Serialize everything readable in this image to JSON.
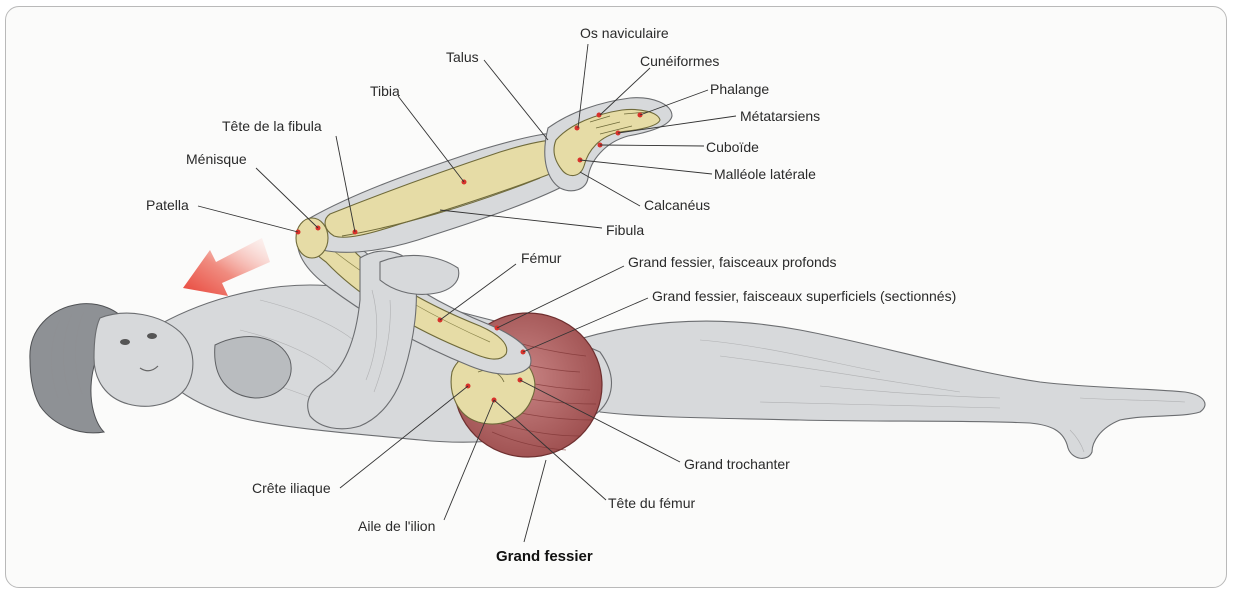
{
  "colors": {
    "arrow": "#e8564a",
    "muscle": "#b76a6a",
    "bone": "#e6dca6",
    "skin": "#d7d9db"
  },
  "labels": {
    "os_naviculaire": "Os naviculaire",
    "talus": "Talus",
    "cuneiformes": "Cunéiformes",
    "phalange": "Phalange",
    "tibia": "Tibia",
    "metatarsiens": "Métatarsiens",
    "tete_fibula": "Tête de la fibula",
    "cuboide": "Cuboïde",
    "menisque": "Ménisque",
    "malleole": "Malléole latérale",
    "calcaneus": "Calcanéus",
    "patella": "Patella",
    "fibula": "Fibula",
    "femur": "Fémur",
    "gf_profonds": "Grand fessier, faisceaux profonds",
    "gf_superficiels": "Grand fessier, faisceaux superficiels (sectionnés)",
    "grand_trochanter": "Grand trochanter",
    "crete_iliaque": "Crête iliaque",
    "tete_femur": "Tête du fémur",
    "aile_ilion": "Aile de l'ilion",
    "grand_fessier": "Grand fessier"
  },
  "arrow_icon": "stretch-direction-arrow-icon"
}
